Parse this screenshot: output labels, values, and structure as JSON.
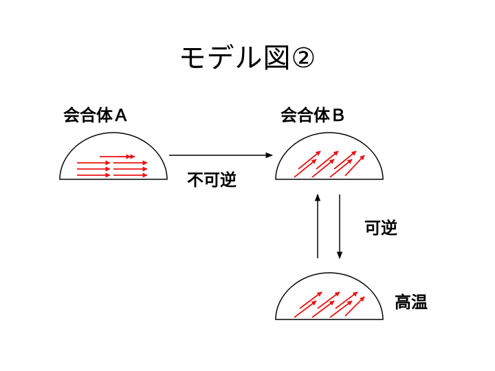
{
  "title": "モデル図②",
  "labels": {
    "aggregate_a": "会合体Ａ",
    "aggregate_b": "会合体Ｂ",
    "irreversible": "不可逆",
    "reversible": "可逆",
    "high_temp": "高温"
  },
  "colors": {
    "spin_arrow": "#ee1111",
    "outline": "#000000"
  }
}
